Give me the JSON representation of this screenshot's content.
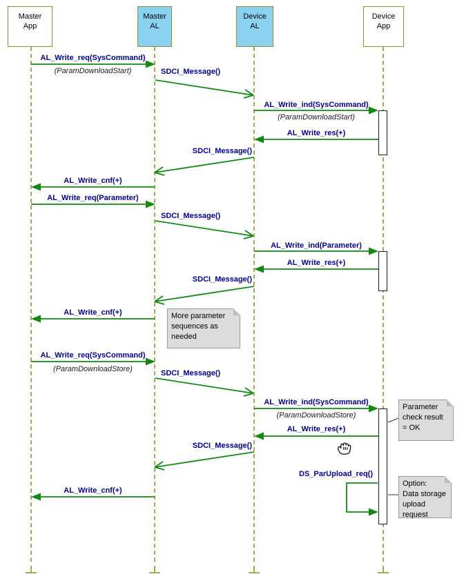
{
  "participants": [
    {
      "label": "Master\nApp"
    },
    {
      "label": "Master\nAL"
    },
    {
      "label": "Device\nAL"
    },
    {
      "label": "Device\nApp"
    }
  ],
  "messages": [
    {
      "label": "AL_Write_req(SysCommand)",
      "sub": "(ParamDownloadStart)"
    },
    {
      "label": "SDCI_Message()"
    },
    {
      "label": "AL_Write_ind(SysCommand)",
      "sub": "(ParamDownloadStart)"
    },
    {
      "label": "AL_Write_res(+)"
    },
    {
      "label": "SDCI_Message()"
    },
    {
      "label": "AL_Write_cnf(+)"
    },
    {
      "label": "AL_Write_req(Parameter)"
    },
    {
      "label": "SDCI_Message()"
    },
    {
      "label": "AL_Write_ind(Parameter)"
    },
    {
      "label": "AL_Write_res(+)"
    },
    {
      "label": "SDCI_Message()"
    },
    {
      "label": "AL_Write_cnf(+)"
    },
    {
      "label": "AL_Write_req(SysCommand)",
      "sub": "(ParamDownloadStore)"
    },
    {
      "label": "SDCI_Message()"
    },
    {
      "label": "AL_Write_ind(SysCommand)",
      "sub": "(ParamDownloadStore)"
    },
    {
      "label": "AL_Write_res(+)"
    },
    {
      "label": "SDCI_Message()"
    },
    {
      "label": "DS_ParUpload_req()"
    },
    {
      "label": "AL_Write_cnf(+)"
    }
  ],
  "notes": [
    {
      "text": "More parameter\nsequences as\nneeded"
    },
    {
      "text": "Parameter\ncheck result\n= OK"
    },
    {
      "text": "Option:\nData storage\nupload\nrequest"
    }
  ],
  "icons": {
    "hand_cursor": "grab-hand-cursor"
  },
  "colors": {
    "arrow_green": "#108a10",
    "label_navy": "#00009c",
    "lifeline_olive": "#a8a855",
    "box_border_olive": "#90902e",
    "al_box_fill": "#8ad2f0",
    "note_fill": "#dcdcdc"
  }
}
